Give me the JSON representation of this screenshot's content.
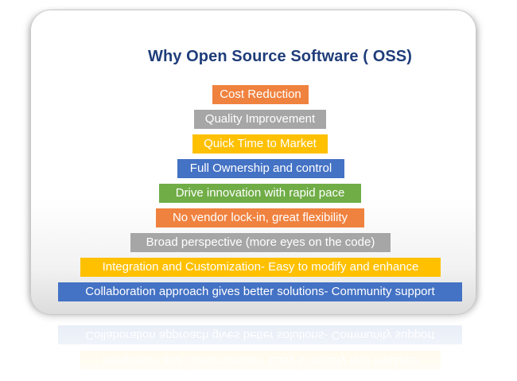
{
  "diagram": {
    "title": "Why Open Source Software ( OSS)",
    "colors": {
      "orange": "#f0823f",
      "gray": "#a6a6a6",
      "yellow": "#ffc000",
      "blue": "#4472c4",
      "green": "#70ad47"
    },
    "levels": [
      {
        "label": "Cost Reduction",
        "color": "orange"
      },
      {
        "label": "Quality Improvement",
        "color": "gray"
      },
      {
        "label": "Quick Time to Market",
        "color": "yellow"
      },
      {
        "label": "Full Ownership and control",
        "color": "blue"
      },
      {
        "label": "Drive innovation with rapid pace",
        "color": "green"
      },
      {
        "label": "No vendor lock-in, great flexibility",
        "color": "orange"
      },
      {
        "label": "Broad perspective (more eyes on the code)",
        "color": "gray"
      },
      {
        "label": "Integration and Customization- Easy to modify and enhance",
        "color": "yellow"
      },
      {
        "label": "Collaboration approach gives better solutions- Community support",
        "color": "blue"
      }
    ]
  }
}
